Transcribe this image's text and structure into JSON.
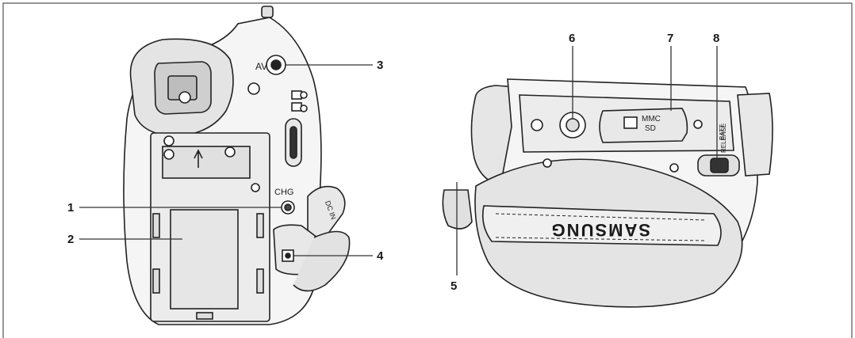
{
  "diagram": {
    "callouts": [
      {
        "id": "1",
        "label": "1"
      },
      {
        "id": "2",
        "label": "2"
      },
      {
        "id": "3",
        "label": "3"
      },
      {
        "id": "4",
        "label": "4"
      },
      {
        "id": "5",
        "label": "5"
      },
      {
        "id": "6",
        "label": "6"
      },
      {
        "id": "7",
        "label": "7"
      },
      {
        "id": "8",
        "label": "8"
      }
    ],
    "markings": {
      "av": "AV",
      "chg": "CHG",
      "dc_in": "DC IN",
      "card_top": "MMC",
      "card_bottom": "SD",
      "batt_top": "BATT.",
      "batt_bottom": "RELEASE",
      "logo": "SAMSUNG"
    }
  }
}
